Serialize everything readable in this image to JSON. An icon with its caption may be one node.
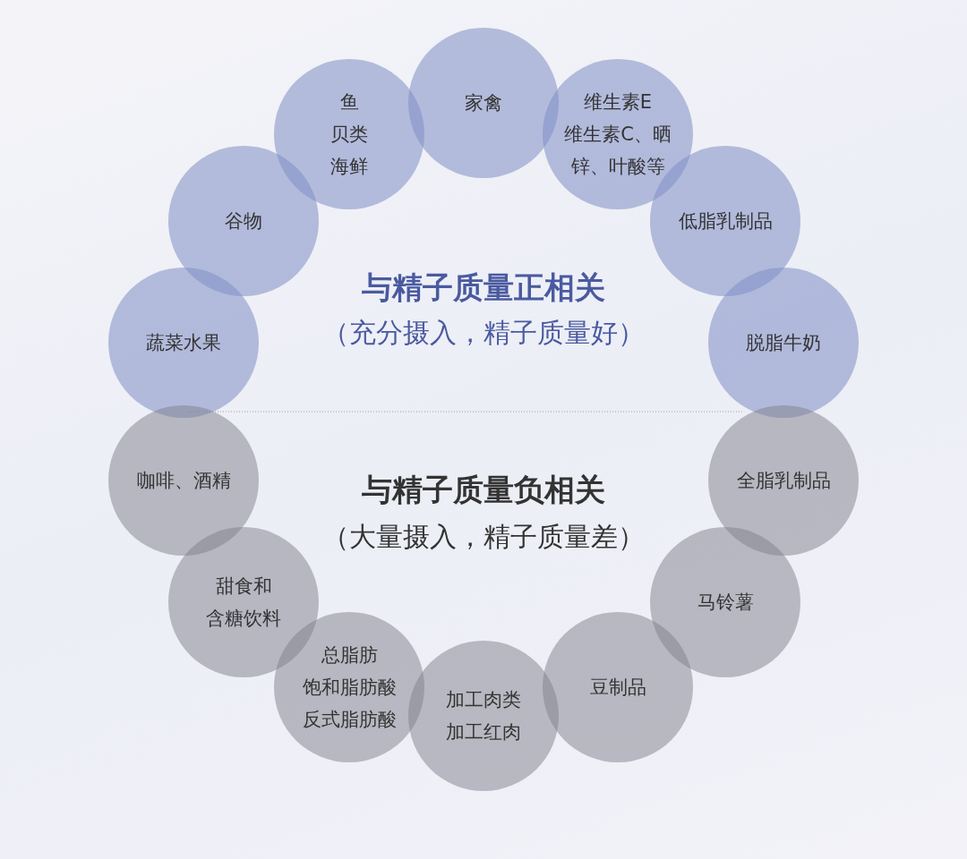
{
  "diagram": {
    "nodes": [
      {
        "text": [
          "鱼",
          "贝类",
          "海鲜"
        ]
      },
      {
        "text": [
          "家禽"
        ]
      },
      {
        "text": [
          "维生素E",
          "维生素C、晒锌、叶酸等"
        ]
      },
      {
        "text": [
          "谷物"
        ]
      },
      {
        "text": [
          "低脂乳制品"
        ]
      },
      {
        "text": [
          "蔬菜水果"
        ]
      },
      {
        "text": [
          "脱脂牛奶"
        ]
      },
      {
        "text": [
          "咖啡、酒精"
        ]
      },
      {
        "text": [
          "全脂乳制品"
        ]
      },
      {
        "text": [
          "甜食和",
          "含糖饮料"
        ]
      },
      {
        "text": [
          "马铃薯"
        ]
      },
      {
        "text": [
          "总脂肪",
          "饱和脂肪酸",
          "反式脂肪酸"
        ]
      },
      {
        "text": [
          "豆制品"
        ]
      },
      {
        "text": [
          "加工肉类",
          "加工红肉"
        ]
      }
    ],
    "labels": [
      "与精子质量正相关",
      "（充分摄入，精子质量好）",
      "与精子质量负相关",
      "（大量摄入，精子质量差）"
    ]
  }
}
